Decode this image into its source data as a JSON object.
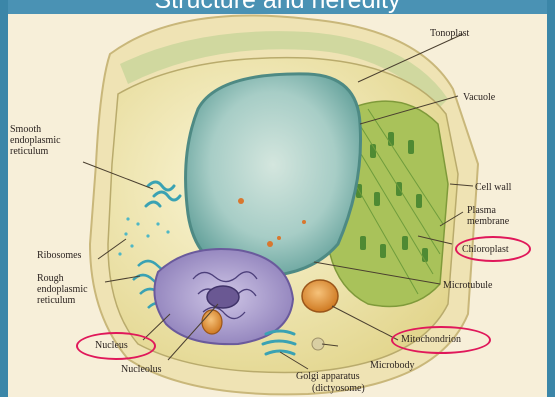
{
  "slide": {
    "title": "Structure and heredity"
  },
  "labels": {
    "tonoplast": "Tonoplast",
    "vacuole": "Vacuole",
    "smooth_er": "Smooth endoplasmic reticulum",
    "smooth_er_lines": [
      "Smooth",
      "endoplasmic",
      "reticulum"
    ],
    "cell_wall": "Cell wall",
    "plasma_membrane_lines": [
      "Plasma",
      "membrane"
    ],
    "chloroplast": "Chloroplast",
    "ribosomes": "Ribosomes",
    "rough_er_lines": [
      "Rough",
      "endoplasmic",
      "reticulum"
    ],
    "microtubule": "Microtubule",
    "nucleus": "Nucleus",
    "mitochondrion": "Mitochondrion",
    "microbody": "Microbody",
    "nucleolus": "Nucleolus",
    "golgi_lines": [
      "Golgi apparatus",
      "(dictyosome)"
    ]
  },
  "highlighted_labels": [
    "Chloroplast",
    "Nucleus",
    "Mitochondrion"
  ],
  "colors": {
    "frame": "#3b86a8",
    "page": "#f7efd9",
    "highlight": "#e0185a",
    "vacuole": "#7fb5b0",
    "cytoplasm": "#e7df9a",
    "nucleus": "#a79ac8",
    "mitochondrion": "#e49a3a",
    "er": "#4fb7c5"
  }
}
